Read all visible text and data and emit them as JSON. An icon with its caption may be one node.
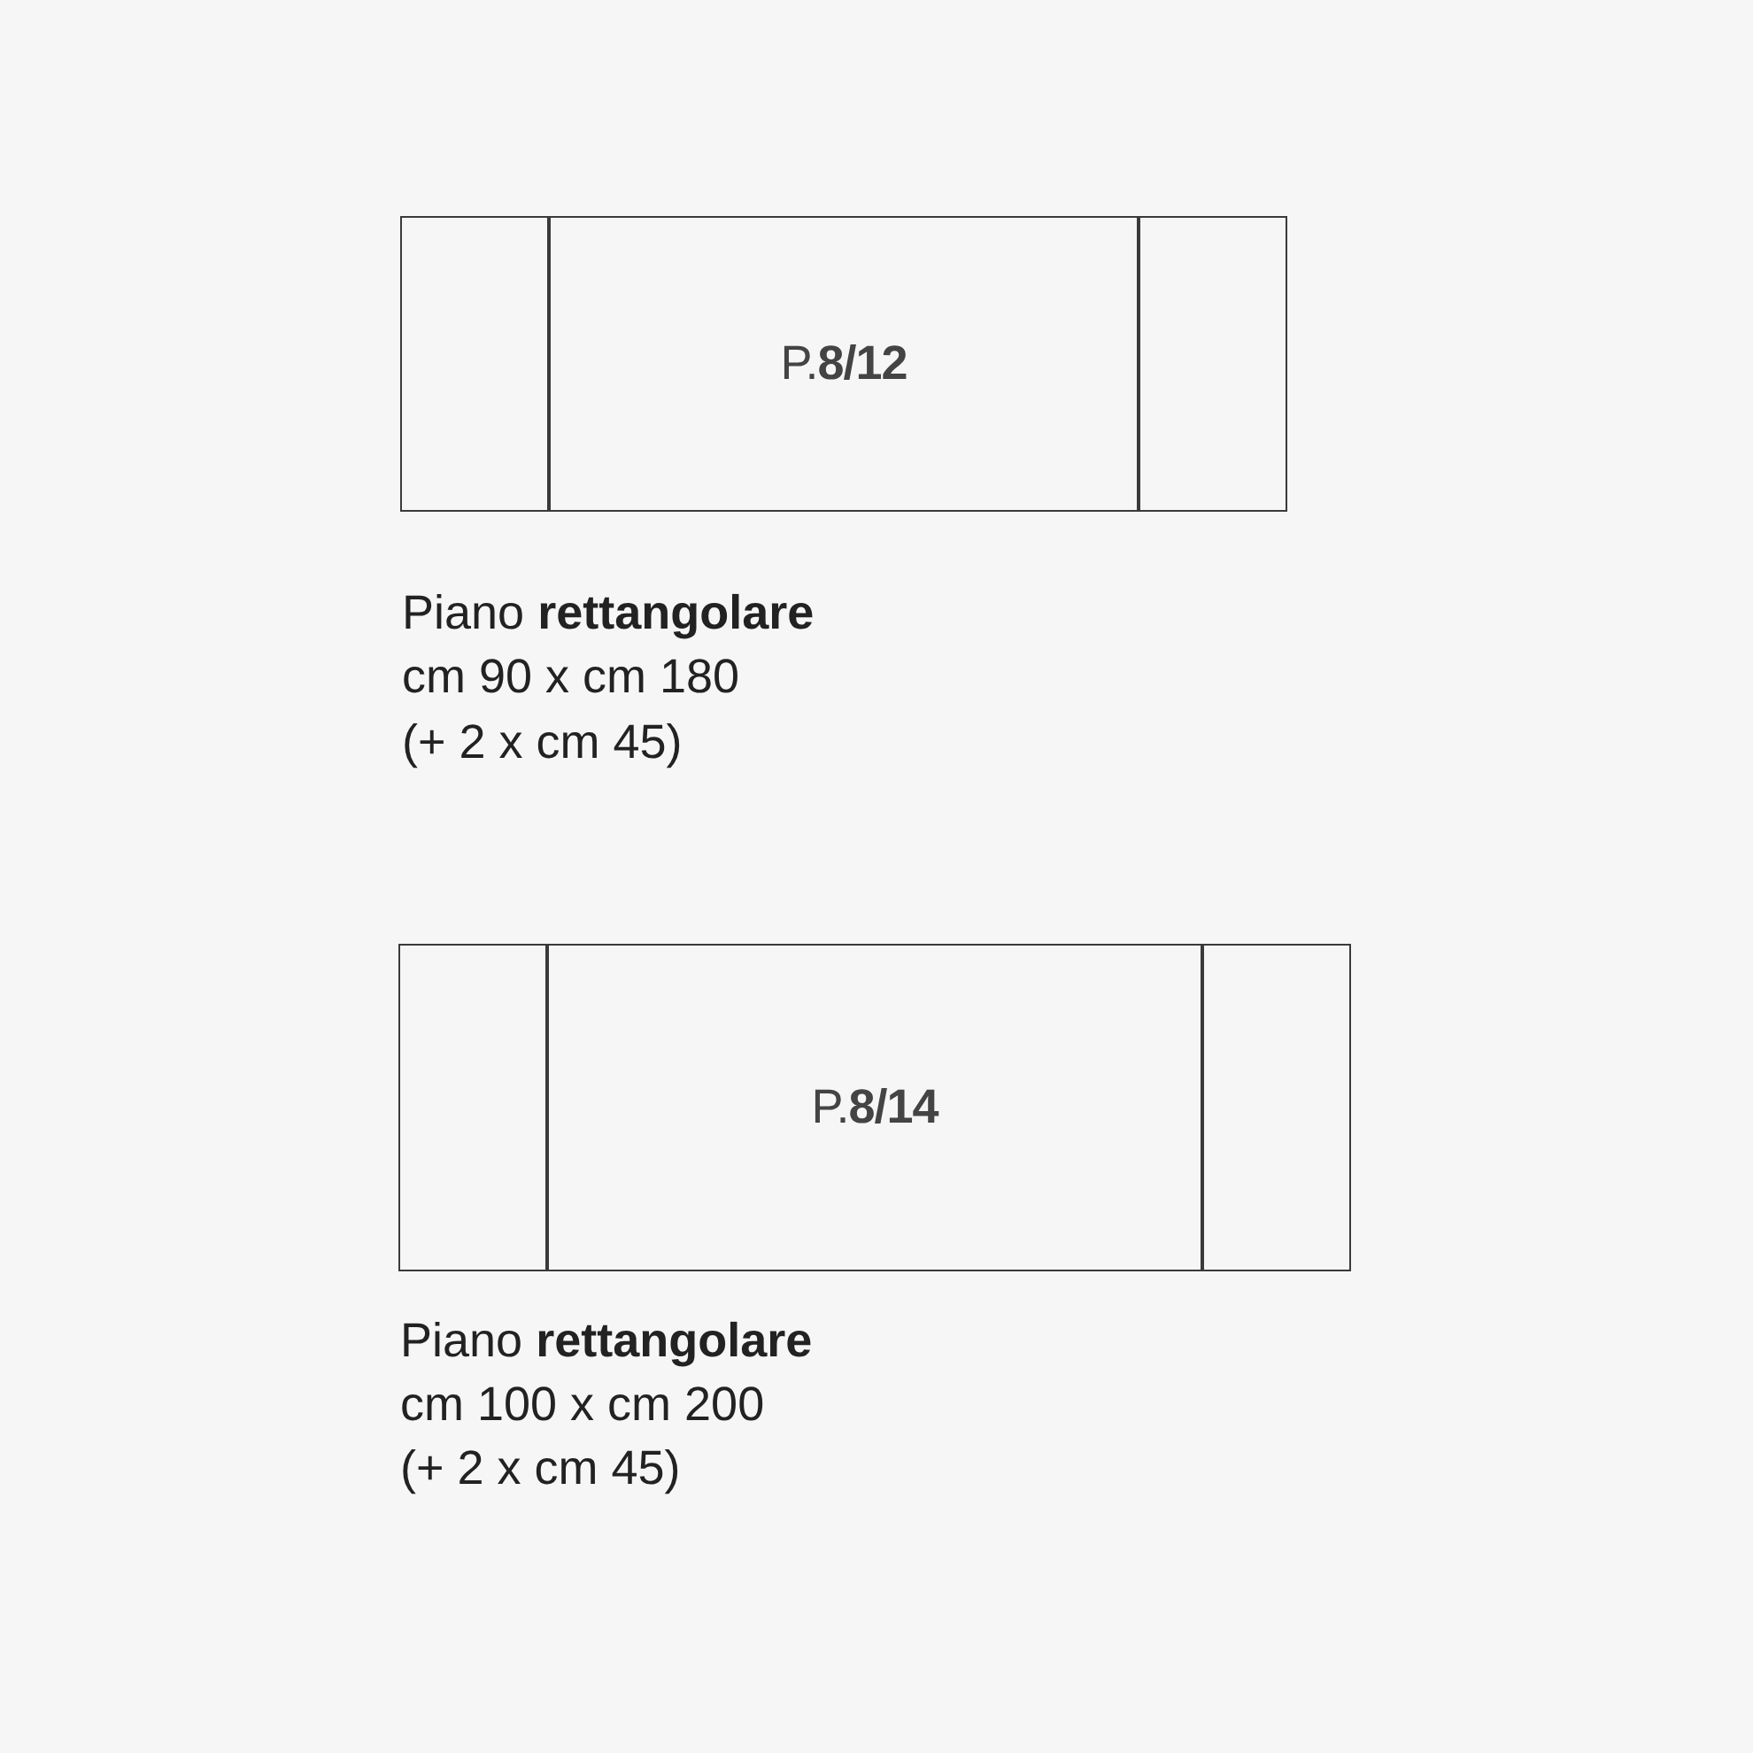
{
  "diagram": {
    "nodes": [
      {
        "text": [],
        "shape": "box"
      },
      {
        "text": [
          "P.**8/12**"
        ]
      },
      {
        "text": [],
        "shape": "box"
      },
      {
        "text": [],
        "shape": "box"
      },
      {
        "text": [
          "P.**8/14**"
        ]
      },
      {
        "text": [],
        "shape": "box"
      }
    ],
    "labels": [
      "Piano **rettangolare**",
      "cm 90 x cm 180",
      "(+ 2 x cm 45)",
      "Piano **rettangolare**",
      "cm 100 x cm 200",
      "(+ 2 x cm 45)"
    ]
  }
}
